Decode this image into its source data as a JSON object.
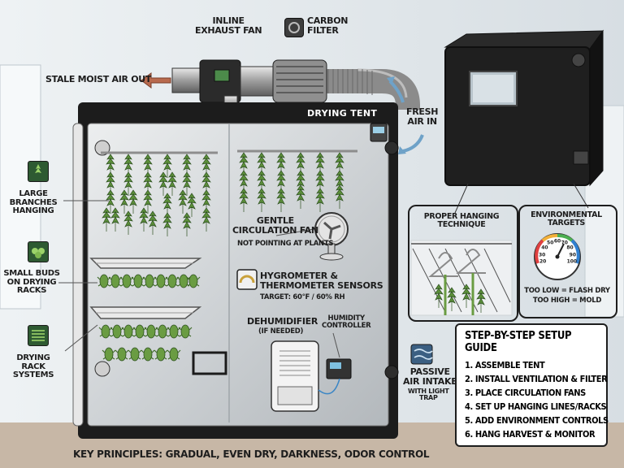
{
  "labels": {
    "inline_exhaust_fan": "INLINE\nEXHAUST FAN",
    "carbon_filter": "CARBON\nFILTER",
    "stale_air_out": "STALE MOIST AIR OUT",
    "drying_tent": "DRYING TENT",
    "fresh_air_in": "FRESH\nAIR IN",
    "large_branches": "LARGE\nBRANCHES\nHANGING",
    "small_buds": "SMALL BUDS\nON DRYING\nRACKS",
    "drying_rack_systems": "DRYING\nRACK\nSYSTEMS",
    "gentle_fan": "GENTLE\nCIRCULATION FAN",
    "gentle_fan_note": "NOT POINTING AT PLANTS",
    "hygrometer": "HYGROMETER &\nTHERMOMETER SENSORS",
    "hygrometer_target": "TARGET: 60°F / 60% RH",
    "dehumidifier": "DEHUMIDIFIER",
    "dehumidifier_note": "(IF NEEDED)",
    "humidity_controller": "HUMIDITY\nCONTROLLER",
    "passive_air_intake": "PASSIVE\nAIR INTAKE",
    "light_trap": "WITH LIGHT\nTRAP",
    "key_principles": "KEY PRINCIPLES: GRADUAL, EVEN DRY, DARKNESS, ODOR CONTROL"
  },
  "hanging_card": {
    "title": "PROPER HANGING\nTECHNIQUE"
  },
  "env_card": {
    "title": "ENVIRONMENTAL\nTARGETS",
    "gauge_ticks": [
      "20",
      "30",
      "40",
      "50",
      "60",
      "70",
      "80",
      "90",
      "100"
    ],
    "too_low": "TOO LOW = FLASH DRY",
    "too_high": "TOO HIGH = MOLD"
  },
  "guide": {
    "title": "STEP-BY-STEP SETUP GUIDE",
    "steps": [
      "1. ASSEMBLE TENT",
      "2. INSTALL VENTILATION & FILTER",
      "3. PLACE CIRCULATION FANS",
      "4. SET UP HANGING LINES/RACKS",
      "5. ADD ENVIRONMENT CONTROLS",
      "6. HANG HARVEST & MONITOR"
    ]
  },
  "icons": [
    "leaf-icon",
    "buds-icon",
    "rack-icon",
    "air-intake-icon",
    "filter-icon"
  ],
  "colors": {
    "tent_frame": "#1c1c1c",
    "tent_interior": "#c9cdd0",
    "plant_green": "#5c8f3a",
    "arrow_blue": "#6fa2c8",
    "arrow_red": "#b86a4e",
    "floor": "#c7b7a6"
  }
}
